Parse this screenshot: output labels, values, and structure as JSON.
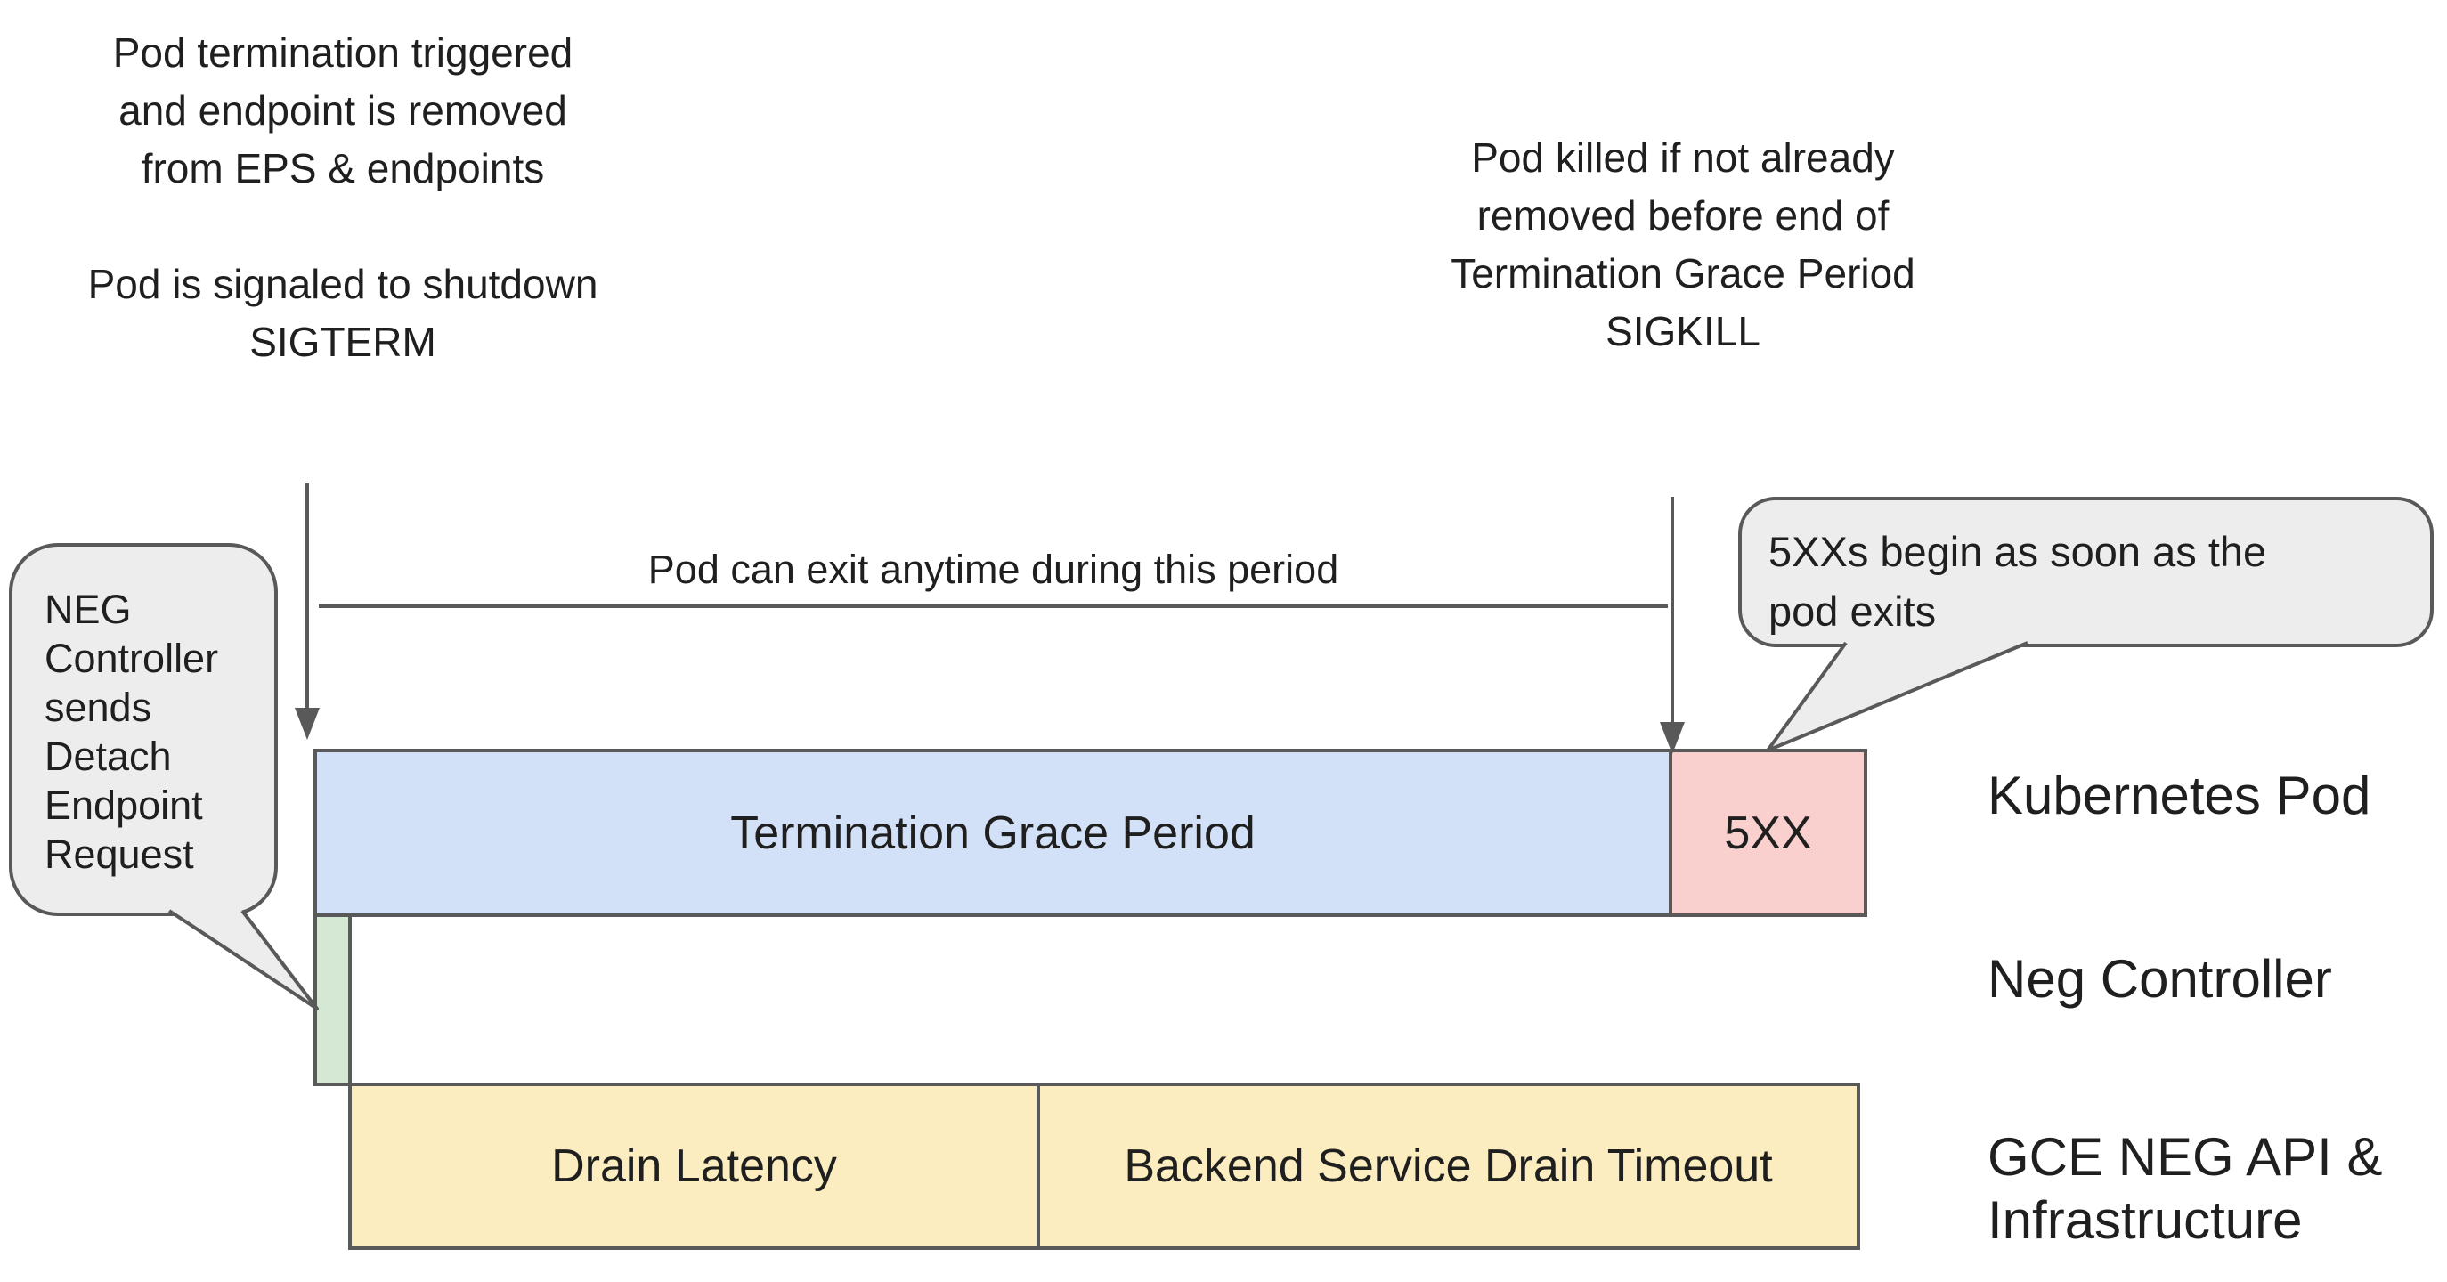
{
  "annotations": {
    "pod_termination": "Pod termination triggered\nand endpoint is removed\nfrom EPS & endpoints",
    "pod_signaled": "Pod is signaled to shutdown\nSIGTERM",
    "pod_killed": "Pod killed if not already\nremoved before end of\nTermination Grace Period\nSIGKILL",
    "timeline": "Pod can exit anytime during this period"
  },
  "callouts": {
    "neg_controller": "NEG\nController\nsends\nDetach\nEndpoint\nRequest",
    "five_xx_begin": "5XXs begin as soon as the\npod exits"
  },
  "bars": {
    "termination_grace_period": {
      "label": "Termination Grace Period"
    },
    "five_xx": {
      "label": "5XX"
    },
    "neg_detach_segment": {
      "label": ""
    },
    "drain_latency": {
      "label": "Drain Latency"
    },
    "backend_service_drain_timeout": {
      "label": "Backend Service Drain Timeout"
    }
  },
  "row_labels": {
    "kubernetes_pod": "Kubernetes Pod",
    "neg_controller": "Neg Controller",
    "gce_neg_api": "GCE NEG API &\nInfrastructure"
  },
  "colors": {
    "grace_period_blue": "#d2e1f7",
    "five_xx_pink": "#f9d0cd",
    "neg_green": "#d5e8d4",
    "drain_yellow": "#fbedbf",
    "callout_gray": "#ededed",
    "stroke_gray": "#595959"
  }
}
